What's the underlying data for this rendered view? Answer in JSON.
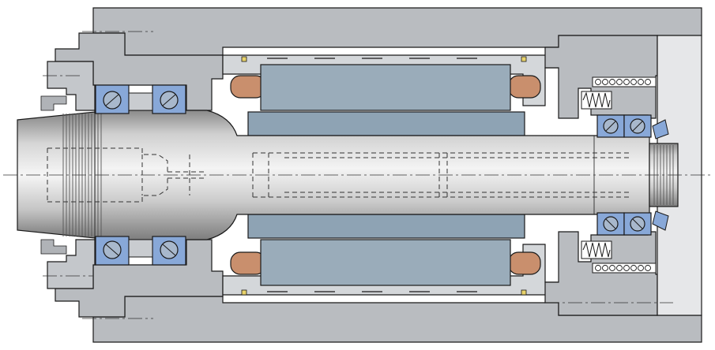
{
  "drawing": {
    "subject": "spindle-cross-section",
    "colors": {
      "background": "#ffffff",
      "housing": "#b9bcc0",
      "housing_light": "#c9ccd0",
      "stator": "#9aacba",
      "rotor": "#8ea3b4",
      "winding": "#c98f6d",
      "bearing_race": "#88a8d8",
      "bearing_ball": "#a8b8cc",
      "spring": "#ffffff",
      "outline": "#1a1a1a",
      "shaft_light": "#f2f2f2",
      "shaft_dark": "#8a8a8a"
    },
    "bearings": {
      "front_count": 4,
      "rear_count": 4
    },
    "springs": {
      "rear_count": 2
    }
  }
}
